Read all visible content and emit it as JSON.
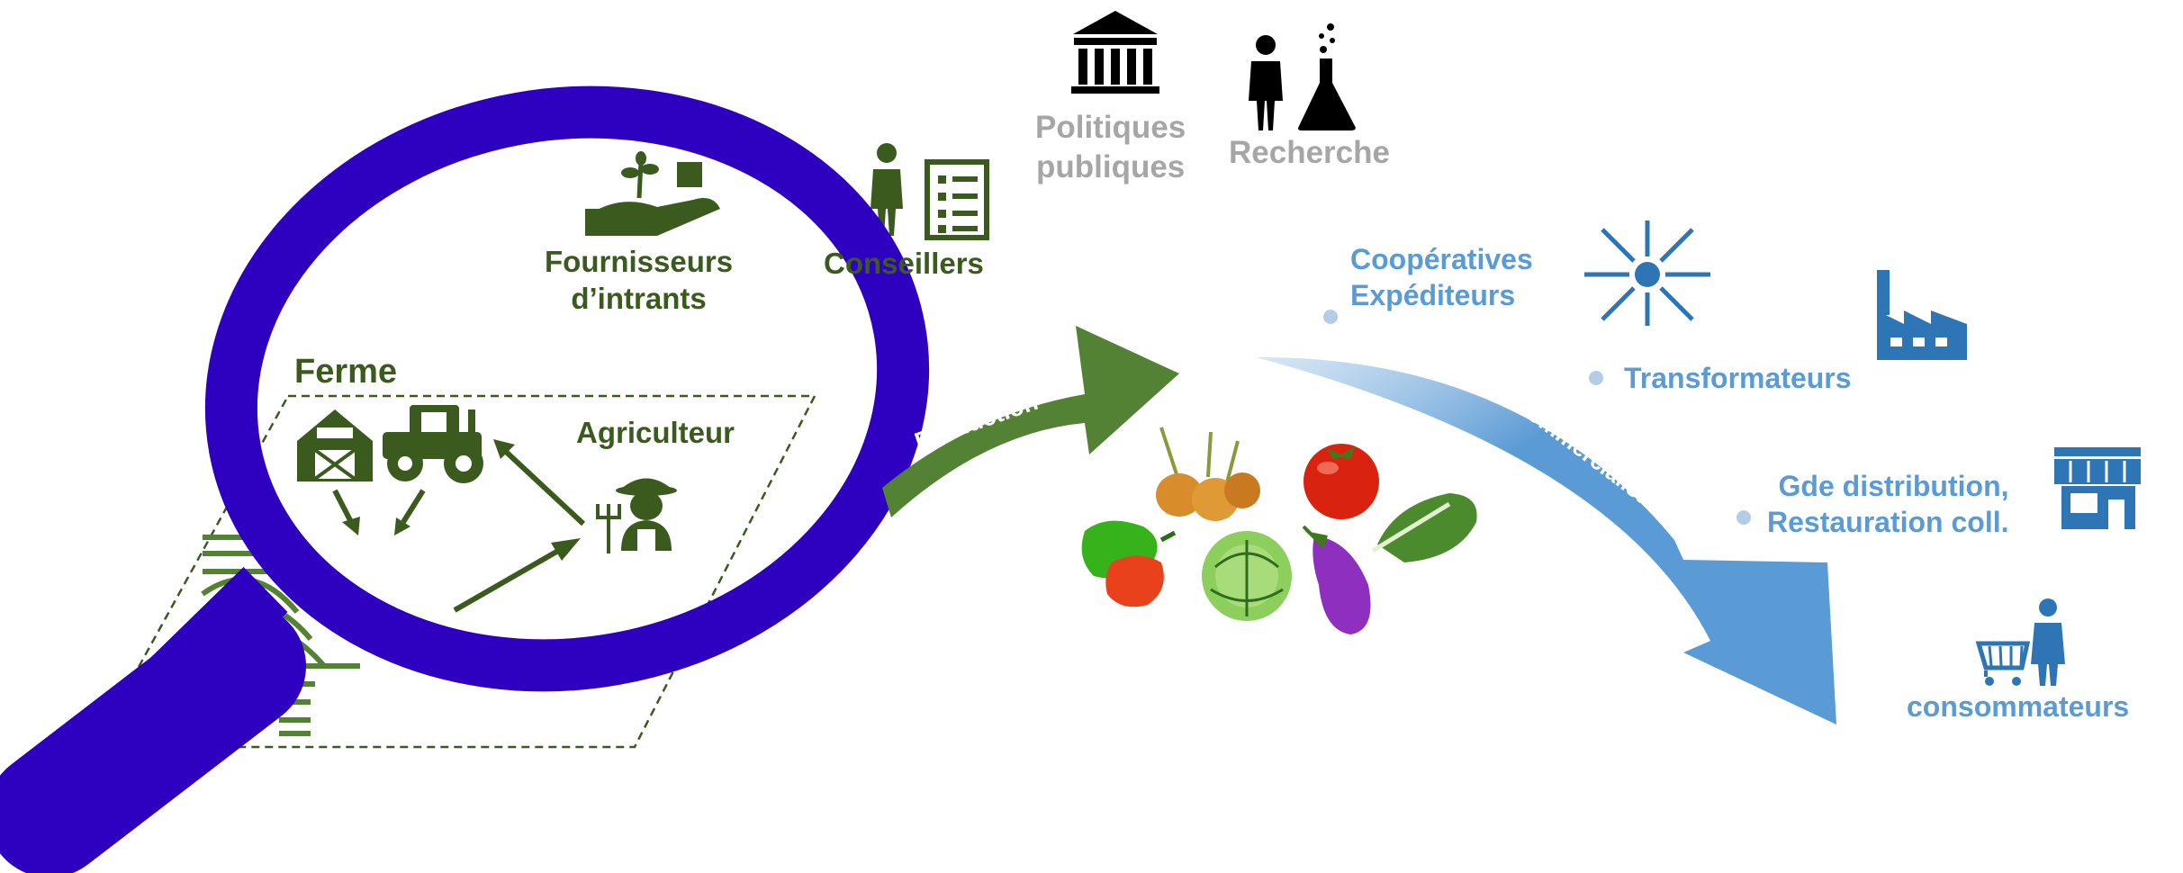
{
  "actors_top": {
    "policies": "Politiques\npubliques",
    "research": "Recherche"
  },
  "farm_area": {
    "suppliers": "Fournisseurs\nd’intrants",
    "advisors": "Conseillers",
    "farm": "Ferme",
    "farmer": "Agriculteur"
  },
  "flows": {
    "production": "Production",
    "commercialisation": "Commercialisation"
  },
  "chain": {
    "cooperatives": "Coopératives\nExpéditeurs",
    "processors": "Transformateurs",
    "distribution": "Gde distribution,\nRestauration coll.",
    "consumers": "consommateurs"
  },
  "colors": {
    "green_dark": "#3a5a1e",
    "green_arrow": "#548235",
    "magnifier": "#2e00bf",
    "blue_arrow": "#5b9bd5",
    "blue_icon": "#2e75b6",
    "grey_text": "#a6a6a6"
  }
}
